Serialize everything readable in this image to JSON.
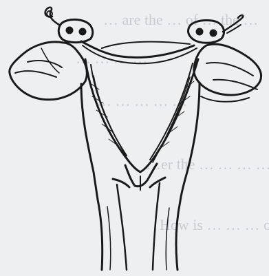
{
  "image": {
    "kind": "scanned hand drawing",
    "subject": "uterus-like organ sketch with tubes, ovaries and cervix",
    "ink_color": "#1a1a1a",
    "paper_color": "#eeeff1",
    "bleed_text_color": "#c9cbd0"
  },
  "bleed_through_text": [
    "… are the … of … the …",
    "… … … …",
    "… … … … …",
    "…er the … … … …",
    "How is … … … chies w…"
  ]
}
